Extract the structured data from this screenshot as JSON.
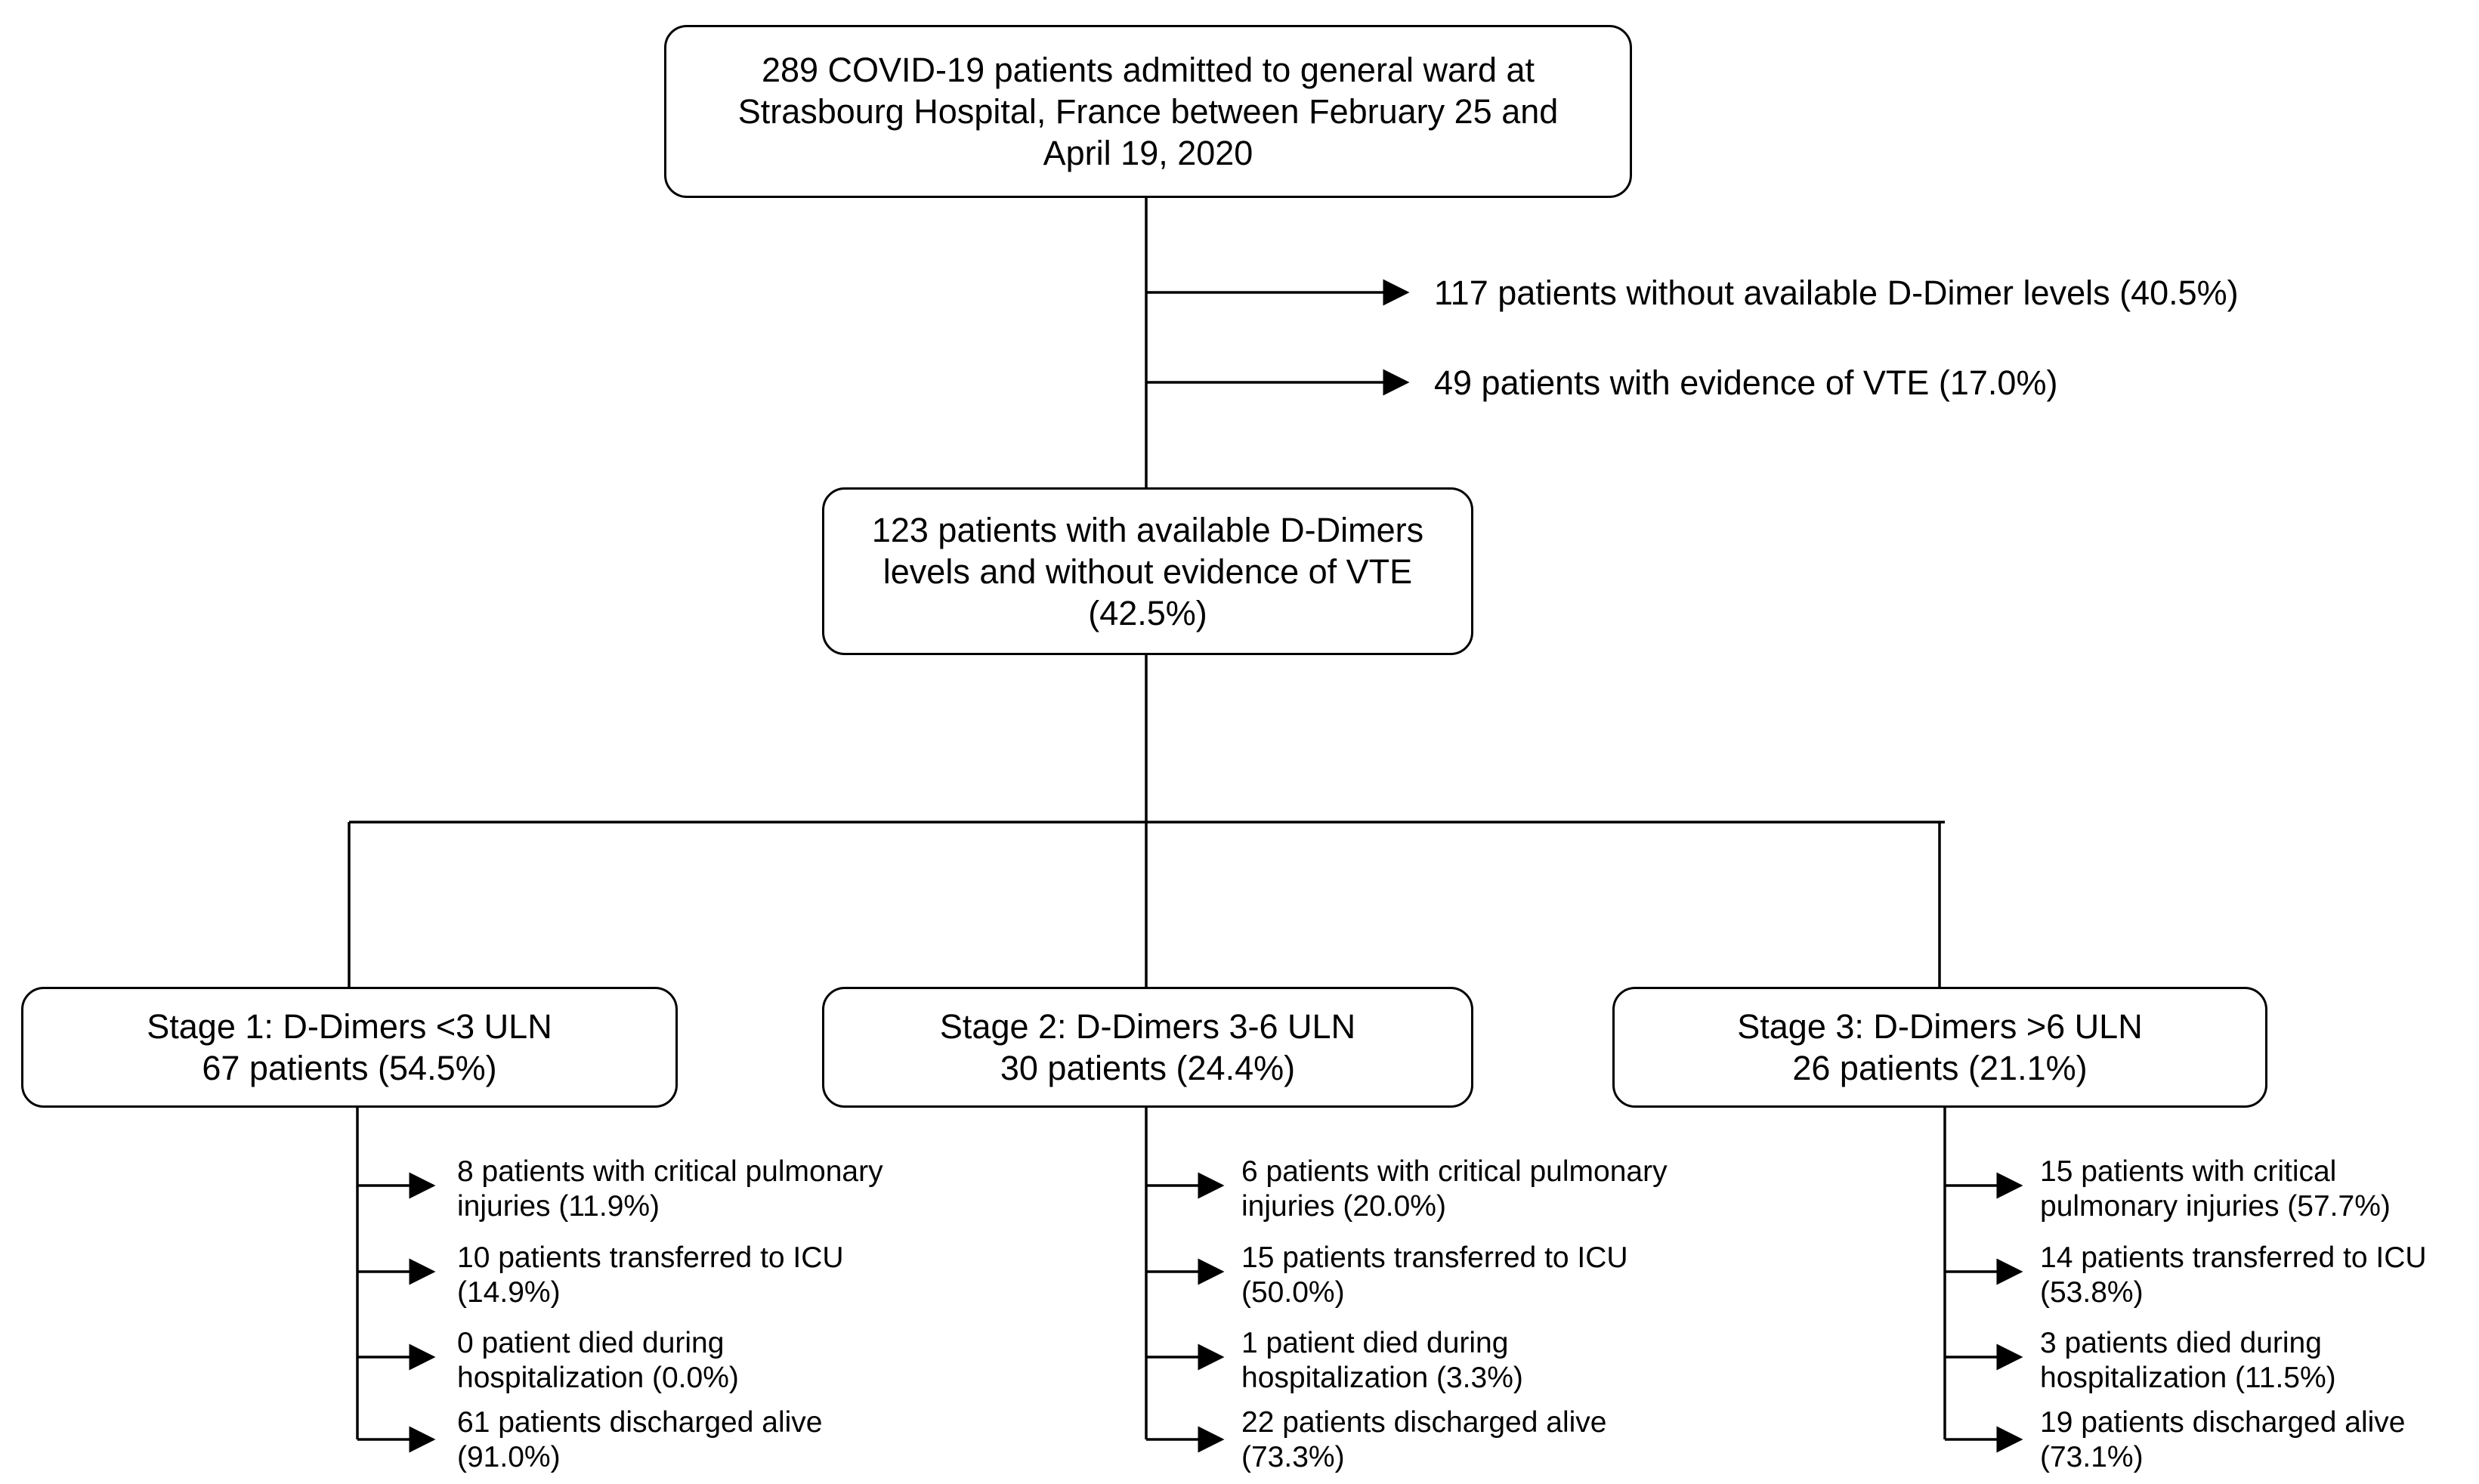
{
  "top_box": "289 COVID-19 patients admitted to general ward at\nStrasbourg Hospital, France between February 25 and\nApril 19, 2020",
  "exclusions": [
    "117 patients without available D-Dimer levels (40.5%)",
    "49 patients with evidence of VTE (17.0%)"
  ],
  "middle_box": "123 patients with available D-Dimers\nlevels and without evidence of VTE\n(42.5%)",
  "stages": [
    {
      "title": "Stage 1: D-Dimers <3 ULN",
      "count": "67 patients (54.5%)",
      "outcomes": [
        "8 patients with critical pulmonary\ninjuries (11.9%)",
        "10 patients transferred to ICU\n(14.9%)",
        "0 patient died during\nhospitalization (0.0%)",
        "61 patients discharged alive\n(91.0%)"
      ]
    },
    {
      "title": "Stage 2: D-Dimers 3-6 ULN",
      "count": "30 patients (24.4%)",
      "outcomes": [
        "6 patients with critical pulmonary\ninjuries (20.0%)",
        "15 patients transferred to ICU\n(50.0%)",
        "1 patient died during\nhospitalization (3.3%)",
        "22 patients discharged alive\n(73.3%)"
      ]
    },
    {
      "title": "Stage 3: D-Dimers >6 ULN",
      "count": "26 patients (21.1%)",
      "outcomes": [
        "15 patients with critical\npulmonary injuries (57.7%)",
        "14 patients transferred to ICU\n(53.8%)",
        "3 patients died during\nhospitalization (11.5%)",
        "19 patients discharged alive\n(73.1%)"
      ]
    }
  ]
}
